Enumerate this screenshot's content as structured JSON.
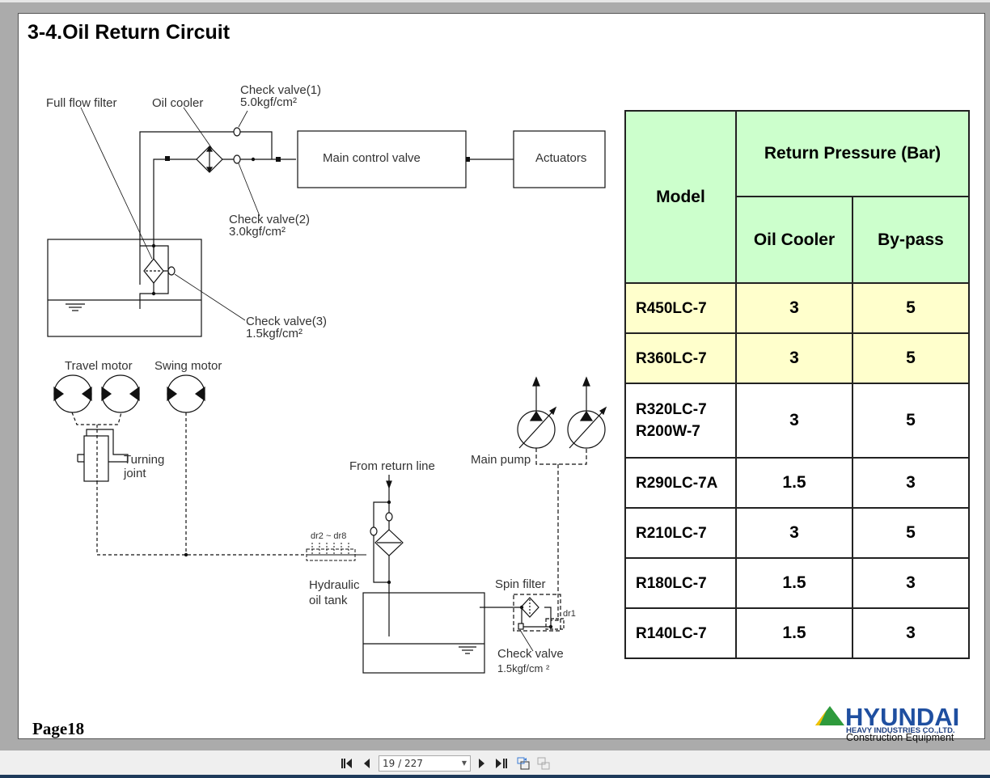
{
  "document": {
    "title": "3-4.Oil Return Circuit",
    "page_label": "Page18"
  },
  "diagram": {
    "labels": {
      "full_flow_filter": "Full flow filter",
      "oil_cooler": "Oil cooler",
      "check_valve_1": "Check valve(1)",
      "check_valve_1_pressure": "5.0kgf/cm²",
      "check_valve_2": "Check valve(2)",
      "check_valve_2_pressure": "3.0kgf/cm²",
      "check_valve_3": "Check valve(3)",
      "check_valve_3_pressure": "1.5kgf/cm²",
      "main_control_valve": "Main control valve",
      "actuators": "Actuators",
      "travel_motor": "Travel motor",
      "swing_motor": "Swing motor",
      "turning_joint_1": "Turning",
      "turning_joint_2": "joint",
      "from_return_line": "From return line",
      "main_pump": "Main pump",
      "dr2_dr8": "dr2 ~ dr8",
      "hydraulic_oil_tank_1": "Hydraulic",
      "hydraulic_oil_tank_2": "oil tank",
      "spin_filter": "Spin filter",
      "dr1": "dr1",
      "check_valve": "Check valve",
      "check_valve_pressure": "1.5kgf/cm ²"
    }
  },
  "table": {
    "header_model": "Model",
    "header_group": "Return Pressure (Bar)",
    "header_oil_cooler": "Oil Cooler",
    "header_bypass": "By-pass",
    "colors": {
      "header_bg": "#ccffcc",
      "highlight_bg": "#ffffcc",
      "row_bg": "#ffffff"
    },
    "rows": [
      {
        "model": [
          "R450LC-7"
        ],
        "oil_cooler": "3",
        "bypass": "5",
        "highlight": true
      },
      {
        "model": [
          "R360LC-7"
        ],
        "oil_cooler": "3",
        "bypass": "5",
        "highlight": true
      },
      {
        "model": [
          "R320LC-7",
          "R200W-7"
        ],
        "oil_cooler": "3",
        "bypass": "5",
        "highlight": false
      },
      {
        "model": [
          "R290LC-7A"
        ],
        "oil_cooler": "1.5",
        "bypass": "3",
        "highlight": false
      },
      {
        "model": [
          "R210LC-7"
        ],
        "oil_cooler": "3",
        "bypass": "5",
        "highlight": false
      },
      {
        "model": [
          "R180LC-7"
        ],
        "oil_cooler": "1.5",
        "bypass": "3",
        "highlight": false
      },
      {
        "model": [
          "R140LC-7"
        ],
        "oil_cooler": "1.5",
        "bypass": "3",
        "highlight": false
      }
    ]
  },
  "logo": {
    "brand": "HYUNDAI",
    "line1": "HEAVY INDUSTRIES CO.,LTD.",
    "line2": "Construction Equipment",
    "colors": {
      "brand_blue": "#1f4fa0",
      "triangle_green": "#2e9a3c",
      "triangle_yellow": "#f2c200"
    }
  },
  "viewer": {
    "page_indicator": "19 / 227",
    "buttons": {
      "first": "first-page",
      "prev": "previous-page",
      "next": "next-page",
      "last": "last-page",
      "fit": "fit-page",
      "two_page": "two-page-view"
    }
  }
}
